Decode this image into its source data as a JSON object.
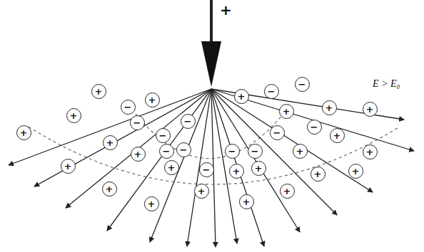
{
  "diagram": {
    "nodes": [
      {
        "text": [
          "+"
        ]
      },
      {
        "text": [
          "+"
        ]
      },
      {
        "text": [
          "+"
        ]
      },
      {
        "text": [
          "−"
        ]
      },
      {
        "text": [
          "+"
        ]
      },
      {
        "text": [
          "−"
        ]
      },
      {
        "text": [
          "−"
        ]
      },
      {
        "text": [
          "−"
        ]
      },
      {
        "text": [
          "+"
        ]
      },
      {
        "text": [
          "+"
        ]
      },
      {
        "text": [
          "+"
        ]
      },
      {
        "text": [
          "−"
        ]
      },
      {
        "text": [
          "−"
        ]
      },
      {
        "text": [
          "−"
        ]
      },
      {
        "text": [
          "−"
        ]
      },
      {
        "text": [
          "−"
        ]
      },
      {
        "text": [
          "−"
        ]
      },
      {
        "text": [
          "+"
        ]
      },
      {
        "text": [
          "−"
        ]
      },
      {
        "text": [
          "+"
        ]
      },
      {
        "text": [
          "−"
        ]
      },
      {
        "text": [
          "−"
        ]
      },
      {
        "text": [
          "+"
        ]
      },
      {
        "text": [
          "+"
        ]
      },
      {
        "text": [
          "+"
        ]
      },
      {
        "text": [
          "+"
        ]
      },
      {
        "text": [
          "+"
        ]
      },
      {
        "text": [
          "+"
        ]
      },
      {
        "text": [
          "+"
        ]
      },
      {
        "text": [
          "+"
        ]
      },
      {
        "text": [
          "+"
        ]
      },
      {
        "text": [
          "+"
        ]
      },
      {
        "text": [
          "+"
        ]
      },
      {
        "text": [
          "+"
        ]
      },
      {
        "text": [
          "+"
        ]
      },
      {
        "text": [
          "+"
        ]
      },
      {
        "text": [
          "+"
        ]
      }
    ],
    "labels": [
      "+",
      "E > E₀"
    ]
  }
}
